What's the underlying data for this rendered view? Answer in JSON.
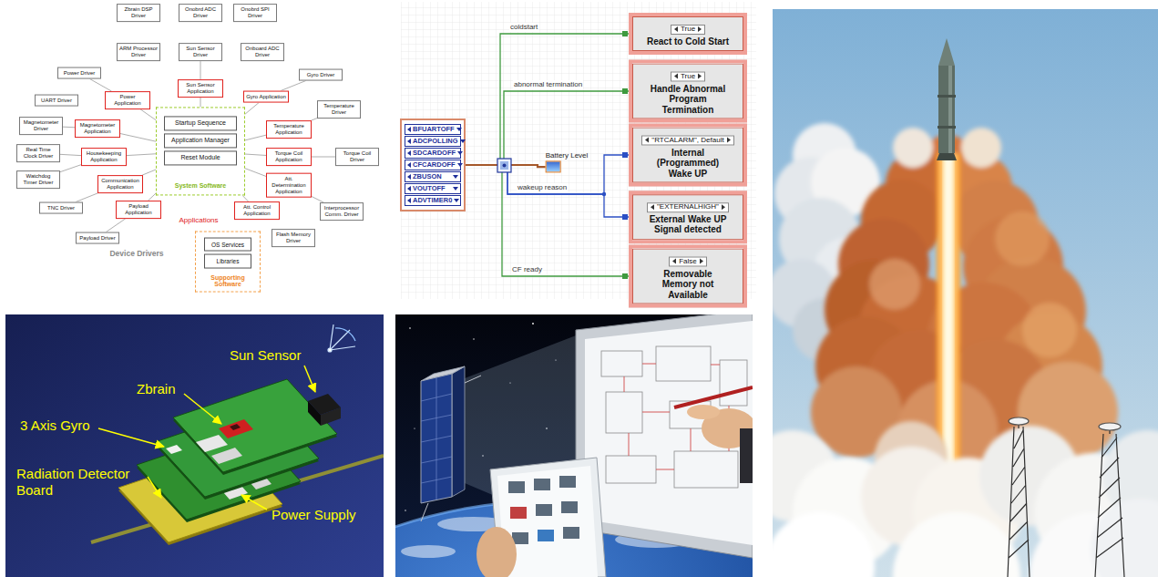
{
  "diagram": {
    "nodes": [
      {
        "text": [
          "Zbrain DSP Driver"
        ]
      },
      {
        "text": [
          "Onobrd ADC Driver"
        ]
      },
      {
        "text": [
          "Onobrd SPI Driver"
        ]
      },
      {
        "text": [
          "ARM Processor Driver"
        ]
      },
      {
        "text": [
          "Sun Sensor Driver"
        ]
      },
      {
        "text": [
          "Onboard ADC Driver"
        ]
      },
      {
        "text": [
          "Power Driver"
        ]
      },
      {
        "text": [
          "Gyro Driver"
        ]
      },
      {
        "text": [
          "UART Driver"
        ]
      },
      {
        "text": [
          "Power Application"
        ]
      },
      {
        "text": [
          "Sun Sensor Application"
        ]
      },
      {
        "text": [
          "Gyro Application"
        ]
      },
      {
        "text": [
          "Magnetometer Driver"
        ]
      },
      {
        "text": [
          "Magnetometer Application"
        ]
      },
      {
        "text": [
          "System Software"
        ]
      },
      {
        "text": [
          "Startup Sequence"
        ],
        "in": 14
      },
      {
        "text": [
          "Application Manager"
        ],
        "in": 14
      },
      {
        "text": [
          "Reset Module"
        ],
        "in": 14
      },
      {
        "text": [
          "Temperature Driver"
        ]
      },
      {
        "text": [
          "Temperature Application"
        ]
      },
      {
        "text": [
          "Real Time Clock Driver"
        ]
      },
      {
        "text": [
          "Housekeeping Application"
        ]
      },
      {
        "text": [
          "Torque Coil Application"
        ]
      },
      {
        "text": [
          "Torque Coil Driver"
        ]
      },
      {
        "text": [
          "Watchdog Timer Driver"
        ]
      },
      {
        "text": [
          "Communication Application"
        ]
      },
      {
        "text": [
          "Att. Determination Application"
        ]
      },
      {
        "text": [
          "Interprocessor Comm. Driver"
        ]
      },
      {
        "text": [
          "TNC Driver"
        ]
      },
      {
        "text": [
          "Payload Application"
        ]
      },
      {
        "text": [
          "Att. Control Application"
        ]
      },
      {
        "text": [
          "Payload Driver"
        ]
      },
      {
        "text": [
          "Flash Memory Driver"
        ]
      },
      {
        "text": [
          "Supporting Software"
        ]
      },
      {
        "text": [
          "OS Services"
        ],
        "in": 33
      },
      {
        "text": [
          "Libraries"
        ],
        "in": 33
      },
      {
        "text": [
          "BFUARTOFF",
          "ADCPOLLING",
          "SDCARDOFF",
          "CFCARDOFF",
          "ZBUSON",
          "VOUTOFF",
          "ADVTIMER0"
        ]
      },
      {
        "text": [
          "Battery Level"
        ]
      },
      {
        "text": [
          "True",
          "React to Cold Start"
        ]
      },
      {
        "text": [
          "True",
          "Handle Abnormal Program Termination"
        ]
      },
      {
        "text": [
          "\"RTCALARM\", Default",
          "Internal (Programmed) Wake UP"
        ]
      },
      {
        "text": [
          "\"EXTERNALHIGH\"",
          "External Wake UP Signal detected"
        ]
      },
      {
        "text": [
          "False",
          "Removable Memory not Available"
        ]
      }
    ],
    "edges": [
      {
        "from": 6,
        "to": 9,
        "arrow": "none"
      },
      {
        "from": 4,
        "to": 10,
        "arrow": "none"
      },
      {
        "from": 7,
        "to": 11,
        "arrow": "none"
      },
      {
        "from": 12,
        "to": 13,
        "arrow": "none"
      },
      {
        "from": 18,
        "to": 19,
        "arrow": "none"
      },
      {
        "from": 20,
        "to": 21,
        "arrow": "none"
      },
      {
        "from": 24,
        "to": 21,
        "arrow": "none"
      },
      {
        "from": 23,
        "to": 22,
        "arrow": "none"
      },
      {
        "from": 28,
        "to": 25,
        "arrow": "none"
      },
      {
        "from": 31,
        "to": 29,
        "arrow": "none"
      },
      {
        "from": 27,
        "to": 26,
        "arrow": "none"
      },
      {
        "from": 9,
        "to": 14,
        "arrow": "none"
      },
      {
        "from": 10,
        "to": 14,
        "arrow": "none"
      },
      {
        "from": 11,
        "to": 14,
        "arrow": "none"
      },
      {
        "from": 13,
        "to": 14,
        "arrow": "none"
      },
      {
        "from": 19,
        "to": 14,
        "arrow": "none"
      },
      {
        "from": 21,
        "to": 14,
        "arrow": "none"
      },
      {
        "from": 22,
        "to": 14,
        "arrow": "none"
      },
      {
        "from": 25,
        "to": 14,
        "arrow": "none"
      },
      {
        "from": 26,
        "to": 14,
        "arrow": "none"
      },
      {
        "from": 29,
        "to": 14,
        "arrow": "none"
      },
      {
        "from": 30,
        "to": 14,
        "arrow": "none"
      },
      {
        "from": 36,
        "to": 38,
        "label": "coldstart",
        "arrow": "none"
      },
      {
        "from": 36,
        "to": 39,
        "label": "abnormal termination",
        "arrow": "none"
      },
      {
        "from": 36,
        "to": 40,
        "label": "wakeup reason",
        "arrow": "none"
      },
      {
        "from": 36,
        "to": 41,
        "arrow": "none"
      },
      {
        "from": 36,
        "to": 42,
        "label": "CF ready",
        "arrow": "none"
      },
      {
        "from": 36,
        "to": 37,
        "arrow": "none"
      }
    ],
    "labels": [
      "Applications",
      "Device Drivers",
      "Sun Sensor",
      "Zbrain",
      "3 Axis Gyro",
      "Radiation Detector Board",
      "Power Supply"
    ]
  }
}
